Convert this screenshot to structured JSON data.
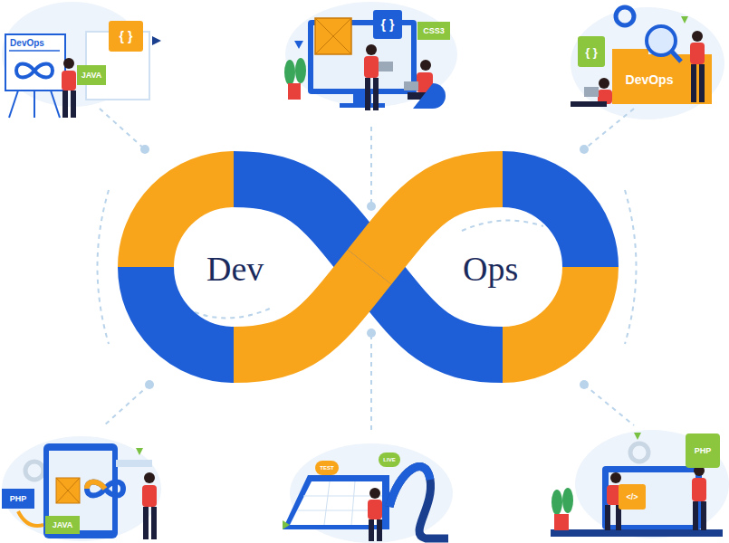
{
  "diagram": {
    "nodes": [
      {
        "text": [
          "DevOps"
        ]
      },
      {
        "text": [
          "{ }"
        ]
      },
      {
        "text": [
          "JAVA"
        ]
      },
      {
        "text": [
          "{ }"
        ]
      },
      {
        "text": [
          "CSS3"
        ]
      },
      {
        "text": [
          "{ }"
        ]
      },
      {
        "text": [
          "DevOps"
        ]
      },
      {
        "text": [
          "PHP"
        ]
      },
      {
        "text": [
          "JAVA"
        ]
      },
      {
        "text": [
          "TEST"
        ]
      },
      {
        "text": [
          "LIVE"
        ]
      },
      {
        "text": [
          "</>"
        ]
      },
      {
        "text": [
          "PHP"
        ]
      }
    ],
    "labels": [
      "Dev",
      "Ops"
    ]
  }
}
